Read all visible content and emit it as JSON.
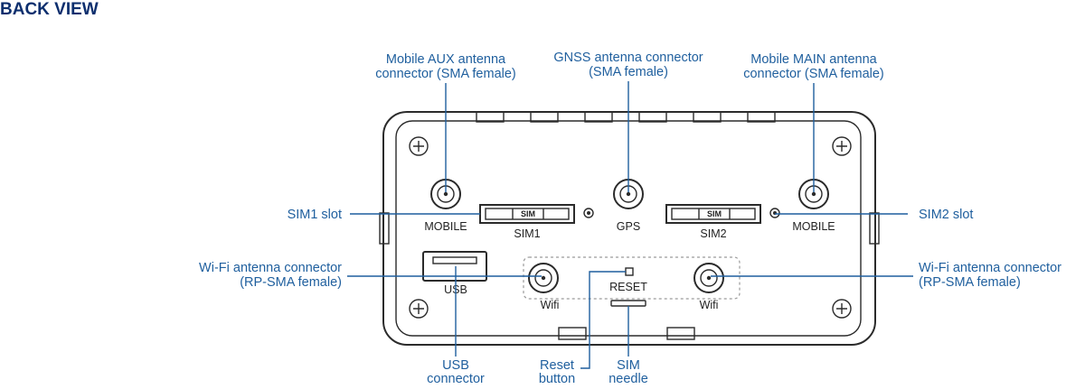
{
  "title": "BACK VIEW",
  "callouts": {
    "mobile_aux_1": "Mobile AUX antenna",
    "mobile_aux_2": "connector (SMA female)",
    "gnss_1": "GNSS antenna connector",
    "gnss_2": "(SMA female)",
    "mobile_main_1": "Mobile MAIN antenna",
    "mobile_main_2": "connector (SMA female)",
    "sim1_slot": "SIM1 slot",
    "sim2_slot": "SIM2 slot",
    "wifi_left_1": "Wi-Fi antenna connector",
    "wifi_left_2": "(RP-SMA female)",
    "wifi_right_1": "Wi-Fi antenna connector",
    "wifi_right_2": "(RP-SMA female)",
    "usb_1": "USB",
    "usb_2": "connector",
    "reset_1": "Reset",
    "reset_2": "button",
    "needle_1": "SIM",
    "needle_2": "needle"
  },
  "panel": {
    "mobile_left": "MOBILE",
    "sim1": "SIM1",
    "sim_tray_1": "SIM",
    "gps": "GPS",
    "sim2": "SIM2",
    "sim_tray_2": "SIM",
    "mobile_right": "MOBILE",
    "usb": "USB",
    "reset": "RESET",
    "wifi_left": "Wifi",
    "wifi_right": "Wifi"
  },
  "colors": {
    "callout_text": "#1f5f9e",
    "title_text": "#0d2f6e",
    "device_outline": "#2b2b2b"
  }
}
